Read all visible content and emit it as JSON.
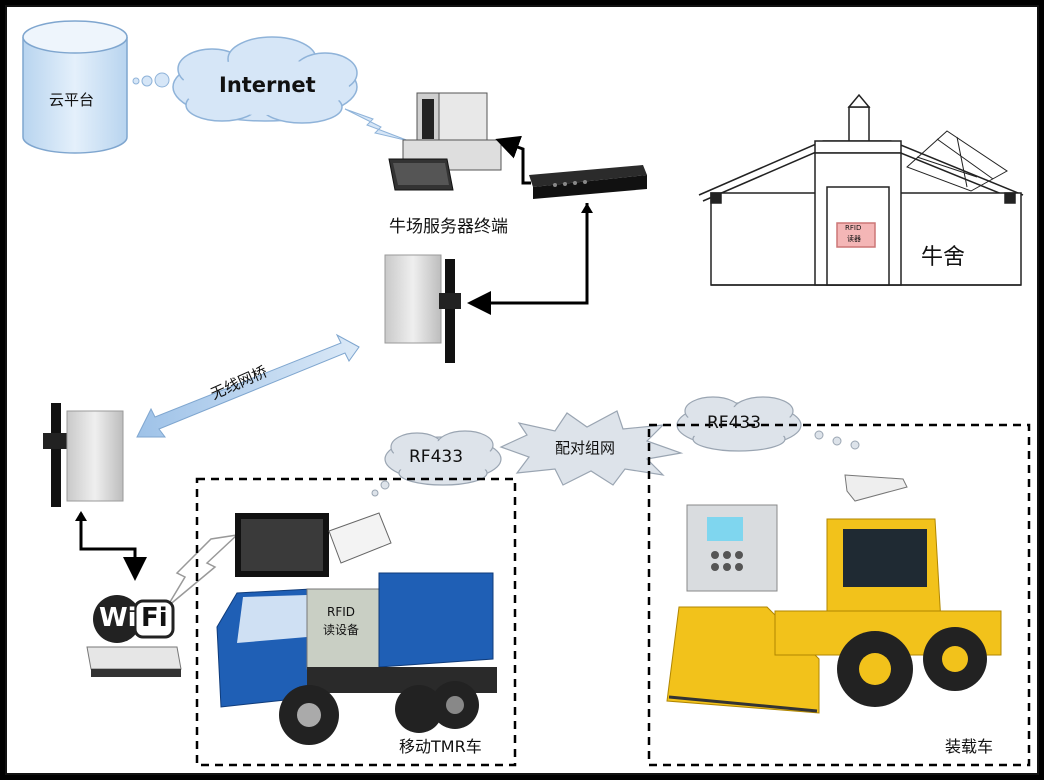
{
  "labels": {
    "cloud_platform": "云平台",
    "internet": "Internet",
    "server_terminal": "牛场服务器终端",
    "barn": "牛舍",
    "barn_rfid_line1": "RFID",
    "barn_rfid_line2": "读器",
    "wireless_bridge": "无线网桥",
    "rf433_left": "RF433",
    "rf433_right": "RF433",
    "pairing_network": "配对组网",
    "wifi_wi": "Wi",
    "wifi_fi": "Fi",
    "rfid_reader_line1": "RFID",
    "rfid_reader_line2": "读设备",
    "tmr_vehicle": "移动TMR车",
    "loader": "装载车"
  },
  "colors": {
    "cloud_fill": "#d6e6f7",
    "cloud_stroke": "#8fb3d9",
    "truck_blue": "#1f5fb5",
    "loader_yellow": "#f2c21b",
    "arrow_blue": "#b9d3ee",
    "rfid_tag": "#f4b6b6"
  }
}
